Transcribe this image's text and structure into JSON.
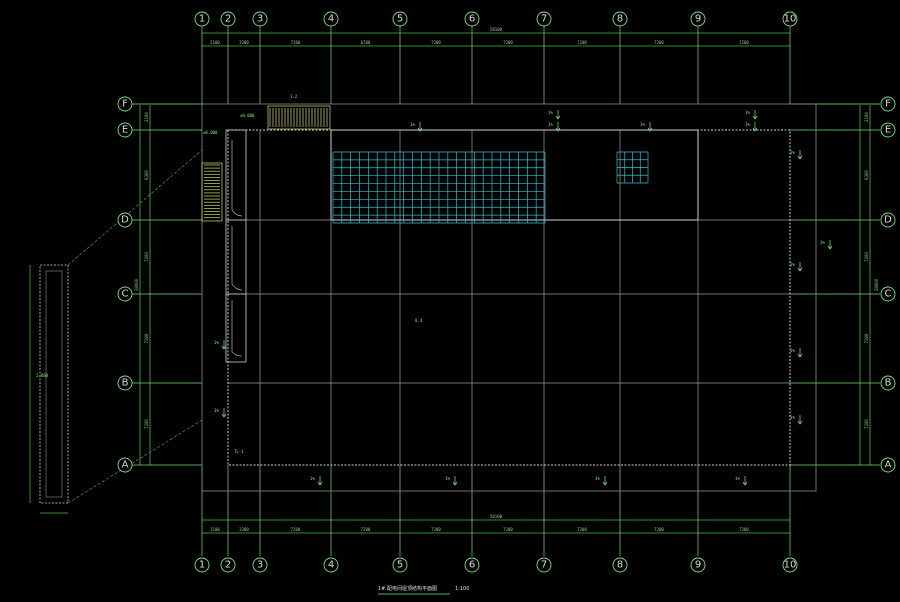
{
  "colors": {
    "background": "#000000",
    "grid_axis": "#7ae07a",
    "structure": "#bdbdbd",
    "dimension": "#3fbf3f",
    "skylight": "#2ec4d4",
    "stair": "#d8e070",
    "label_text": "#d8d8d8"
  },
  "axes_numbers": [
    "1",
    "2",
    "3",
    "4",
    "5",
    "6",
    "7",
    "8",
    "9",
    "10"
  ],
  "axes_letters": [
    "F",
    "E",
    "D",
    "C",
    "B",
    "A"
  ],
  "dims_top": [
    "2100",
    "3300",
    "7200",
    "6708",
    "7200",
    "7200",
    "7200",
    "7200",
    "7200"
  ],
  "dims_bottom": [
    "2100",
    "3300",
    "7200",
    "7200",
    "7200",
    "7200",
    "7200",
    "7200",
    "7200"
  ],
  "dim_total": "58100",
  "dims_left": [
    "2100",
    "6300",
    "7200",
    "7200",
    "7200"
  ],
  "dim_left_total": "28000",
  "dims_right": [
    "2100",
    "6300",
    "7200",
    "7200",
    "7200"
  ],
  "dim_right_total": "28000",
  "elevations": {
    "zero": "±0.000",
    "roof_low": "±0.000",
    "main_roof": "8.4",
    "side_roof": "2.800",
    "canopy": "1.2",
    "main_label": "TL-1"
  },
  "slopes": [
    "1%",
    "1%",
    "1%",
    "1%",
    "1%",
    "1%",
    "1%",
    "1%",
    "1%",
    "1%",
    "1%",
    "1%",
    "1%",
    "1%",
    "1%",
    "1%",
    "1%"
  ],
  "title": "1# 配电间屋顶结构平面图",
  "scale": "1:100"
}
